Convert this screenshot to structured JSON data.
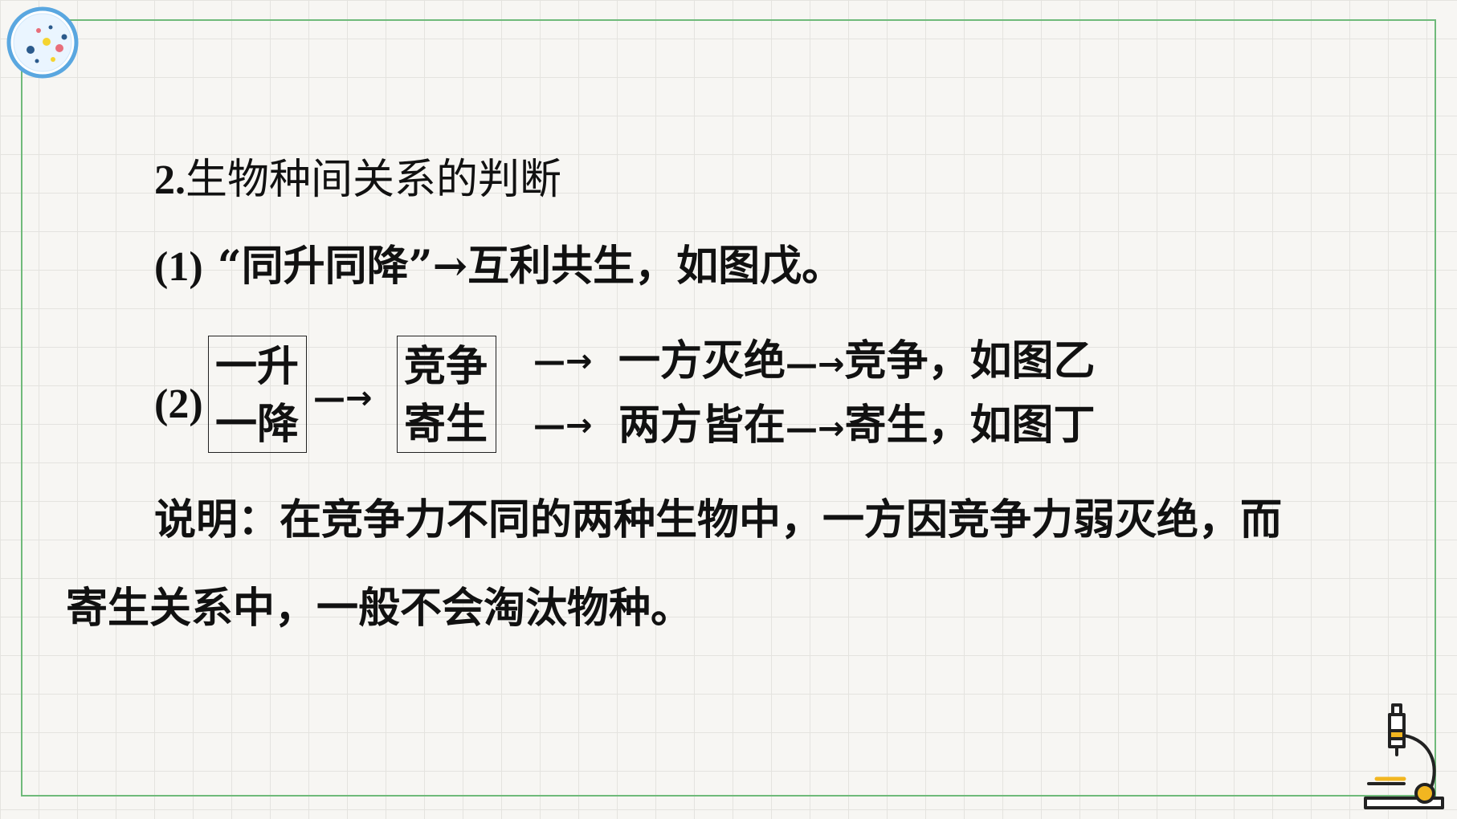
{
  "heading": {
    "number": "2.",
    "text": "生物种间关系的判断"
  },
  "rule1": {
    "label": "(1)",
    "text": "“同升同降”",
    "arrow": "→",
    "result": "互利共生，如图戊。"
  },
  "rule2": {
    "label": "(2)",
    "box1": [
      "一升",
      "一降"
    ],
    "arrow": "—→",
    "box2": [
      "竞争",
      "寄生"
    ],
    "branches": [
      {
        "arrow": "—→",
        "outcome": "一方灭绝",
        "arrow2": "—→",
        "result": "竞争，如图乙"
      },
      {
        "arrow": "—→",
        "outcome": "两方皆在",
        "arrow2": "—→",
        "result": "寄生，如图丁"
      }
    ]
  },
  "note": {
    "line1": "说明：在竞争力不同的两种生物中，一方因竞争力弱灭绝，而",
    "line2": "寄生关系中，一般不会淘汰物种。"
  },
  "colors": {
    "frame": "#6fba7a",
    "badge_ring": "#5aa7e0",
    "microscope": "#f2b620"
  }
}
